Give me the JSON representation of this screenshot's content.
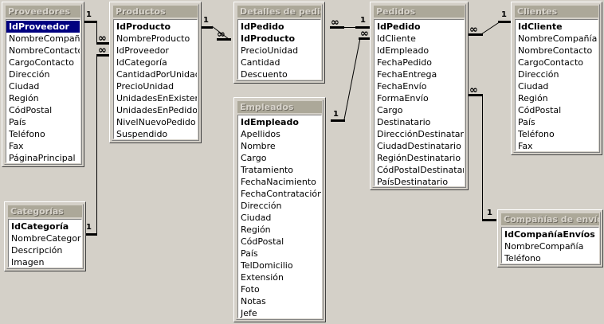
{
  "app": {
    "view": "relationships",
    "background_color": "#d4d0c8",
    "title_bar_color": "#aca899",
    "selection_color": "#000080"
  },
  "tables": [
    {
      "id": "proveedores",
      "title": "Proveedores",
      "fields": [
        {
          "name": "IdProveedor",
          "pk": true,
          "selected": true
        },
        {
          "name": "NombreCompañía",
          "pk": false,
          "selected": false
        },
        {
          "name": "NombreContacto",
          "pk": false,
          "selected": false
        },
        {
          "name": "CargoContacto",
          "pk": false,
          "selected": false
        },
        {
          "name": "Dirección",
          "pk": false,
          "selected": false
        },
        {
          "name": "Ciudad",
          "pk": false,
          "selected": false
        },
        {
          "name": "Región",
          "pk": false,
          "selected": false
        },
        {
          "name": "CódPostal",
          "pk": false,
          "selected": false
        },
        {
          "name": "País",
          "pk": false,
          "selected": false
        },
        {
          "name": "Teléfono",
          "pk": false,
          "selected": false
        },
        {
          "name": "Fax",
          "pk": false,
          "selected": false
        },
        {
          "name": "PáginaPrincipal",
          "pk": false,
          "selected": false
        }
      ]
    },
    {
      "id": "productos",
      "title": "Productos",
      "fields": [
        {
          "name": "IdProducto",
          "pk": true,
          "selected": false
        },
        {
          "name": "NombreProducto",
          "pk": false,
          "selected": false
        },
        {
          "name": "IdProveedor",
          "pk": false,
          "selected": false
        },
        {
          "name": "IdCategoría",
          "pk": false,
          "selected": false
        },
        {
          "name": "CantidadPorUnidad",
          "pk": false,
          "selected": false
        },
        {
          "name": "PrecioUnidad",
          "pk": false,
          "selected": false
        },
        {
          "name": "UnidadesEnExistencia",
          "pk": false,
          "selected": false
        },
        {
          "name": "UnidadesEnPedido",
          "pk": false,
          "selected": false
        },
        {
          "name": "NivelNuevoPedido",
          "pk": false,
          "selected": false
        },
        {
          "name": "Suspendido",
          "pk": false,
          "selected": false
        }
      ]
    },
    {
      "id": "detalles",
      "title": "Detalles de pedidos",
      "fields": [
        {
          "name": "IdPedido",
          "pk": true,
          "selected": false
        },
        {
          "name": "IdProducto",
          "pk": true,
          "selected": false
        },
        {
          "name": "PrecioUnidad",
          "pk": false,
          "selected": false
        },
        {
          "name": "Cantidad",
          "pk": false,
          "selected": false
        },
        {
          "name": "Descuento",
          "pk": false,
          "selected": false
        }
      ]
    },
    {
      "id": "pedidos",
      "title": "Pedidos",
      "fields": [
        {
          "name": "IdPedido",
          "pk": true,
          "selected": false
        },
        {
          "name": "IdCliente",
          "pk": false,
          "selected": false
        },
        {
          "name": "IdEmpleado",
          "pk": false,
          "selected": false
        },
        {
          "name": "FechaPedido",
          "pk": false,
          "selected": false
        },
        {
          "name": "FechaEntrega",
          "pk": false,
          "selected": false
        },
        {
          "name": "FechaEnvío",
          "pk": false,
          "selected": false
        },
        {
          "name": "FormaEnvío",
          "pk": false,
          "selected": false
        },
        {
          "name": "Cargo",
          "pk": false,
          "selected": false
        },
        {
          "name": "Destinatario",
          "pk": false,
          "selected": false
        },
        {
          "name": "DirecciónDestinatario",
          "pk": false,
          "selected": false
        },
        {
          "name": "CiudadDestinatario",
          "pk": false,
          "selected": false
        },
        {
          "name": "RegiónDestinatario",
          "pk": false,
          "selected": false
        },
        {
          "name": "CódPostalDestinatario",
          "pk": false,
          "selected": false
        },
        {
          "name": "PaísDestinatario",
          "pk": false,
          "selected": false
        }
      ]
    },
    {
      "id": "clientes",
      "title": "Clientes",
      "fields": [
        {
          "name": "IdCliente",
          "pk": true,
          "selected": false
        },
        {
          "name": "NombreCompañía",
          "pk": false,
          "selected": false
        },
        {
          "name": "NombreContacto",
          "pk": false,
          "selected": false
        },
        {
          "name": "CargoContacto",
          "pk": false,
          "selected": false
        },
        {
          "name": "Dirección",
          "pk": false,
          "selected": false
        },
        {
          "name": "Ciudad",
          "pk": false,
          "selected": false
        },
        {
          "name": "Región",
          "pk": false,
          "selected": false
        },
        {
          "name": "CódPostal",
          "pk": false,
          "selected": false
        },
        {
          "name": "País",
          "pk": false,
          "selected": false
        },
        {
          "name": "Teléfono",
          "pk": false,
          "selected": false
        },
        {
          "name": "Fax",
          "pk": false,
          "selected": false
        }
      ]
    },
    {
      "id": "empleados",
      "title": "Empleados",
      "fields": [
        {
          "name": "IdEmpleado",
          "pk": true,
          "selected": false
        },
        {
          "name": "Apellidos",
          "pk": false,
          "selected": false
        },
        {
          "name": "Nombre",
          "pk": false,
          "selected": false
        },
        {
          "name": "Cargo",
          "pk": false,
          "selected": false
        },
        {
          "name": "Tratamiento",
          "pk": false,
          "selected": false
        },
        {
          "name": "FechaNacimiento",
          "pk": false,
          "selected": false
        },
        {
          "name": "FechaContratación",
          "pk": false,
          "selected": false
        },
        {
          "name": "Dirección",
          "pk": false,
          "selected": false
        },
        {
          "name": "Ciudad",
          "pk": false,
          "selected": false
        },
        {
          "name": "Región",
          "pk": false,
          "selected": false
        },
        {
          "name": "CódPostal",
          "pk": false,
          "selected": false
        },
        {
          "name": "País",
          "pk": false,
          "selected": false
        },
        {
          "name": "TelDomicilio",
          "pk": false,
          "selected": false
        },
        {
          "name": "Extensión",
          "pk": false,
          "selected": false
        },
        {
          "name": "Foto",
          "pk": false,
          "selected": false
        },
        {
          "name": "Notas",
          "pk": false,
          "selected": false
        },
        {
          "name": "Jefe",
          "pk": false,
          "selected": false
        }
      ]
    },
    {
      "id": "categorias",
      "title": "Categorías",
      "fields": [
        {
          "name": "IdCategoría",
          "pk": true,
          "selected": false
        },
        {
          "name": "NombreCategoría",
          "pk": false,
          "selected": false
        },
        {
          "name": "Descripción",
          "pk": false,
          "selected": false
        },
        {
          "name": "Imagen",
          "pk": false,
          "selected": false
        }
      ]
    },
    {
      "id": "companias",
      "title": "Compañías de envíos",
      "fields": [
        {
          "name": "IdCompañíaEnvíos",
          "pk": true,
          "selected": false
        },
        {
          "name": "NombreCompañía",
          "pk": false,
          "selected": false
        },
        {
          "name": "Teléfono",
          "pk": false,
          "selected": false
        }
      ]
    }
  ],
  "relationships": [
    {
      "id": "prov-prod",
      "from": "Proveedores",
      "to": "Productos",
      "from_card": "1",
      "to_card": "∞"
    },
    {
      "id": "cat-prod",
      "from": "Categorías",
      "to": "Productos",
      "from_card": "1",
      "to_card": "∞"
    },
    {
      "id": "prod-det",
      "from": "Productos",
      "to": "Detalles de pedidos",
      "from_card": "1",
      "to_card": "∞"
    },
    {
      "id": "ped-det",
      "from": "Pedidos",
      "to": "Detalles de pedidos",
      "from_card": "1",
      "to_card": "∞"
    },
    {
      "id": "cli-ped",
      "from": "Clientes",
      "to": "Pedidos",
      "from_card": "1",
      "to_card": "∞"
    },
    {
      "id": "emp-ped",
      "from": "Empleados",
      "to": "Pedidos",
      "from_card": "1",
      "to_card": "∞"
    },
    {
      "id": "comp-ped",
      "from": "Compañías de envíos",
      "to": "Pedidos",
      "from_card": "1",
      "to_card": "∞"
    }
  ],
  "cardinality_labels": {
    "one": "1",
    "many": "∞"
  }
}
